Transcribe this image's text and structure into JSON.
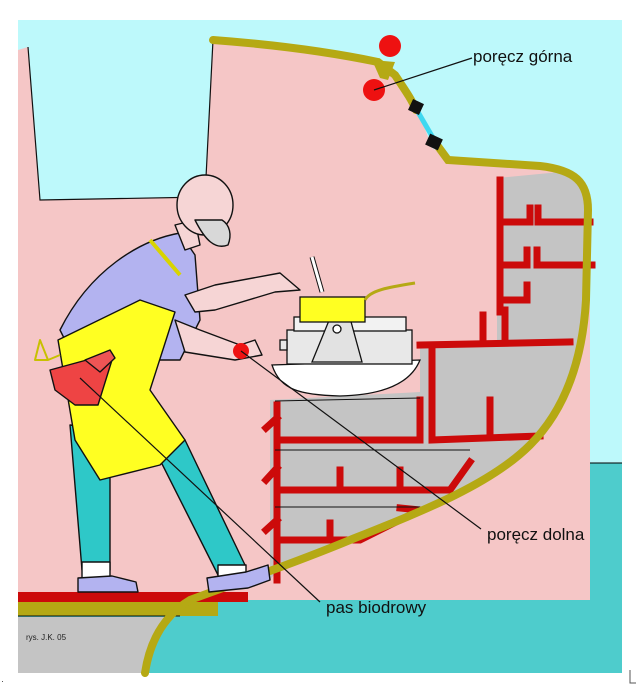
{
  "labels": {
    "top_rail": "poręcz górna",
    "bottom_rail": "poręcz dolna",
    "hip_belt": "pas biodrowy"
  },
  "credit": "rys. J.K. 05",
  "colors": {
    "sky": "#bdf9fb",
    "wall": "#f5c6c6",
    "sea": "#4ecccc",
    "hull_rail": "#b5a914",
    "brick": "#cc0a0a",
    "stone": "#c4c4c4",
    "handle": "#ee1111",
    "apron": "#ffff22",
    "shirt": "#b3b3f0",
    "trousers": "#2ec8c8"
  }
}
